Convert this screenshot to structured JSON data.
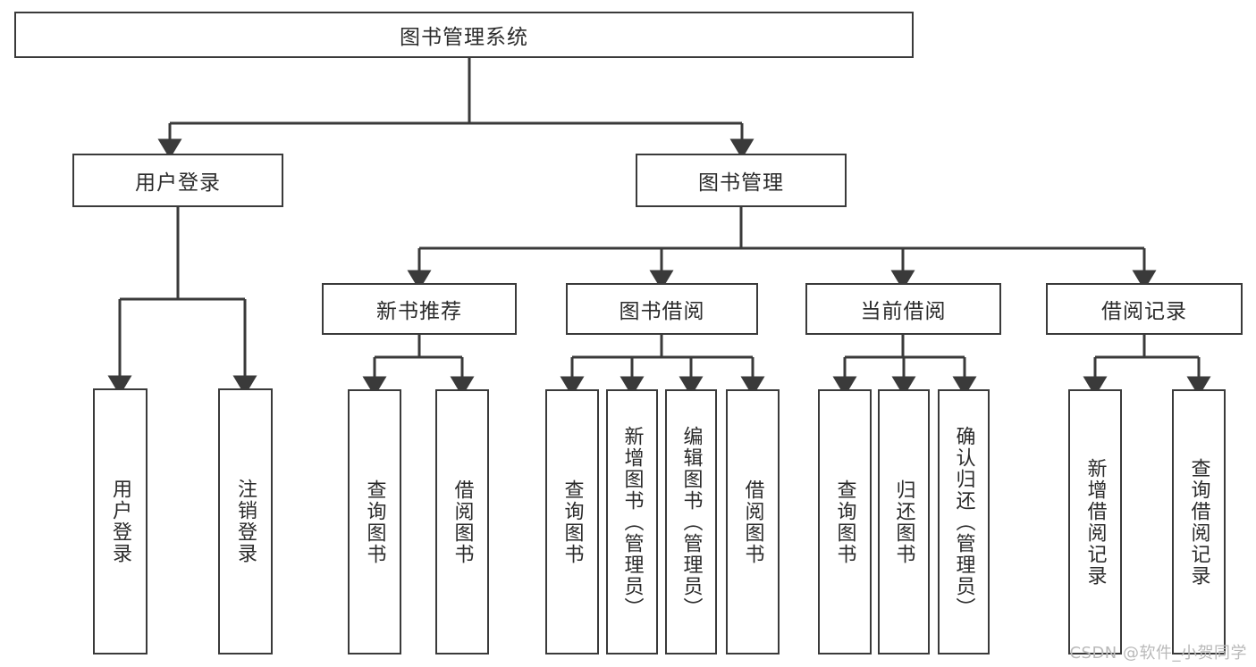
{
  "diagram": {
    "type": "tree",
    "title": "图书管理系统",
    "root": {
      "label": "图书管理系统"
    },
    "level2": [
      {
        "label": "用户登录"
      },
      {
        "label": "图书管理"
      }
    ],
    "level3": [
      {
        "label": "新书推荐"
      },
      {
        "label": "图书借阅"
      },
      {
        "label": "当前借阅"
      },
      {
        "label": "借阅记录"
      }
    ],
    "leaves": {
      "user_login": [
        {
          "label": "用户登录"
        },
        {
          "label": "注销登录"
        }
      ],
      "new_book_recommend": [
        {
          "label": "查询图书"
        },
        {
          "label": "借阅图书"
        }
      ],
      "book_borrow": [
        {
          "label": "查询图书"
        },
        {
          "label": "新增图书（管理员）"
        },
        {
          "label": "编辑图书（管理员）"
        },
        {
          "label": "借阅图书"
        }
      ],
      "current_borrow": [
        {
          "label": "查询图书"
        },
        {
          "label": "归还图书"
        },
        {
          "label": "确认归还（管理员）"
        }
      ],
      "borrow_records": [
        {
          "label": "新增借阅记录"
        },
        {
          "label": "查询借阅记录"
        }
      ]
    },
    "colors": {
      "stroke": "#3a3a3a",
      "background": "#ffffff",
      "text": "#2b2b2b",
      "watermark": "#b9b9b9"
    }
  },
  "watermark": {
    "text": "CSDN @软件_小贺同学"
  }
}
